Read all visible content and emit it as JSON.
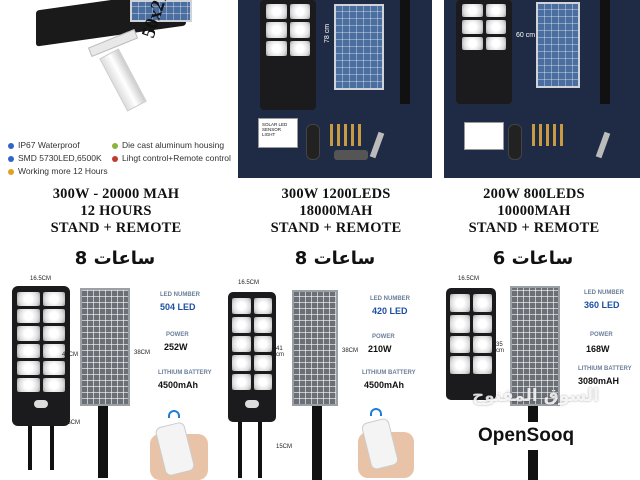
{
  "top_left": {
    "dimension_label": "50x21cm",
    "features": [
      {
        "text": "IP67 Waterproof",
        "color": "#2f66c8"
      },
      {
        "text": "Die cast aluminum housing",
        "color": "#8db33c"
      },
      {
        "text": "SMD 5730LED,6500K",
        "color": "#2f66c8"
      },
      {
        "text": "Lihgt control+Remote control",
        "color": "#c23b32"
      },
      {
        "text": "Working more 12 Hours",
        "color": "#e0a020"
      }
    ]
  },
  "top_mid": {
    "height_label": "78 cm",
    "kit_text": "SOLAR LED SENSOR LIGHT"
  },
  "top_right": {
    "height_label": "60 cm"
  },
  "products": [
    {
      "lines": [
        "300W - 20000 MAH",
        "12 HOURS",
        "STAND + REMOTE"
      ],
      "arabic": "8 ساعات",
      "width_dim": "16.5CM",
      "height_dim": "47CM",
      "panel_dim": "38CM",
      "pole_dim": "15CM",
      "led_label": "LED NUMBER",
      "led_value": "504 LED",
      "power_label": "POWER",
      "power_value": "252W",
      "battery_label": "LITHIUM BATTERY",
      "battery_value": "4500mAh"
    },
    {
      "lines": [
        "300W 1200LEDS",
        "18000MAH",
        "STAND + REMOTE"
      ],
      "arabic": "8 ساعات",
      "width_dim": "16.5CM",
      "height_dim": "41 cm",
      "panel_dim": "38CM",
      "pole_dim": "15CM",
      "led_label": "LED NUMBER",
      "led_value": "420 LED",
      "power_label": "POWER",
      "power_value": "210W",
      "battery_label": "LITHIUM BATTERY",
      "battery_value": "4500mAh"
    },
    {
      "lines": [
        "200W 800LEDS",
        "10000MAH",
        "STAND + REMOTE"
      ],
      "arabic": "6 ساعات",
      "width_dim": "16.5CM",
      "height_dim": "35 cm",
      "panel_dim": "",
      "pole_dim": "",
      "led_label": "LED NUMBER",
      "led_value": "360 LED",
      "power_label": "POWER",
      "power_value": "168W",
      "battery_label": "LITHIUM BATTERY",
      "battery_value": "3080mAH"
    }
  ],
  "watermark": {
    "arabic": "السوق المفتوح",
    "brand": "OpenSooq"
  }
}
